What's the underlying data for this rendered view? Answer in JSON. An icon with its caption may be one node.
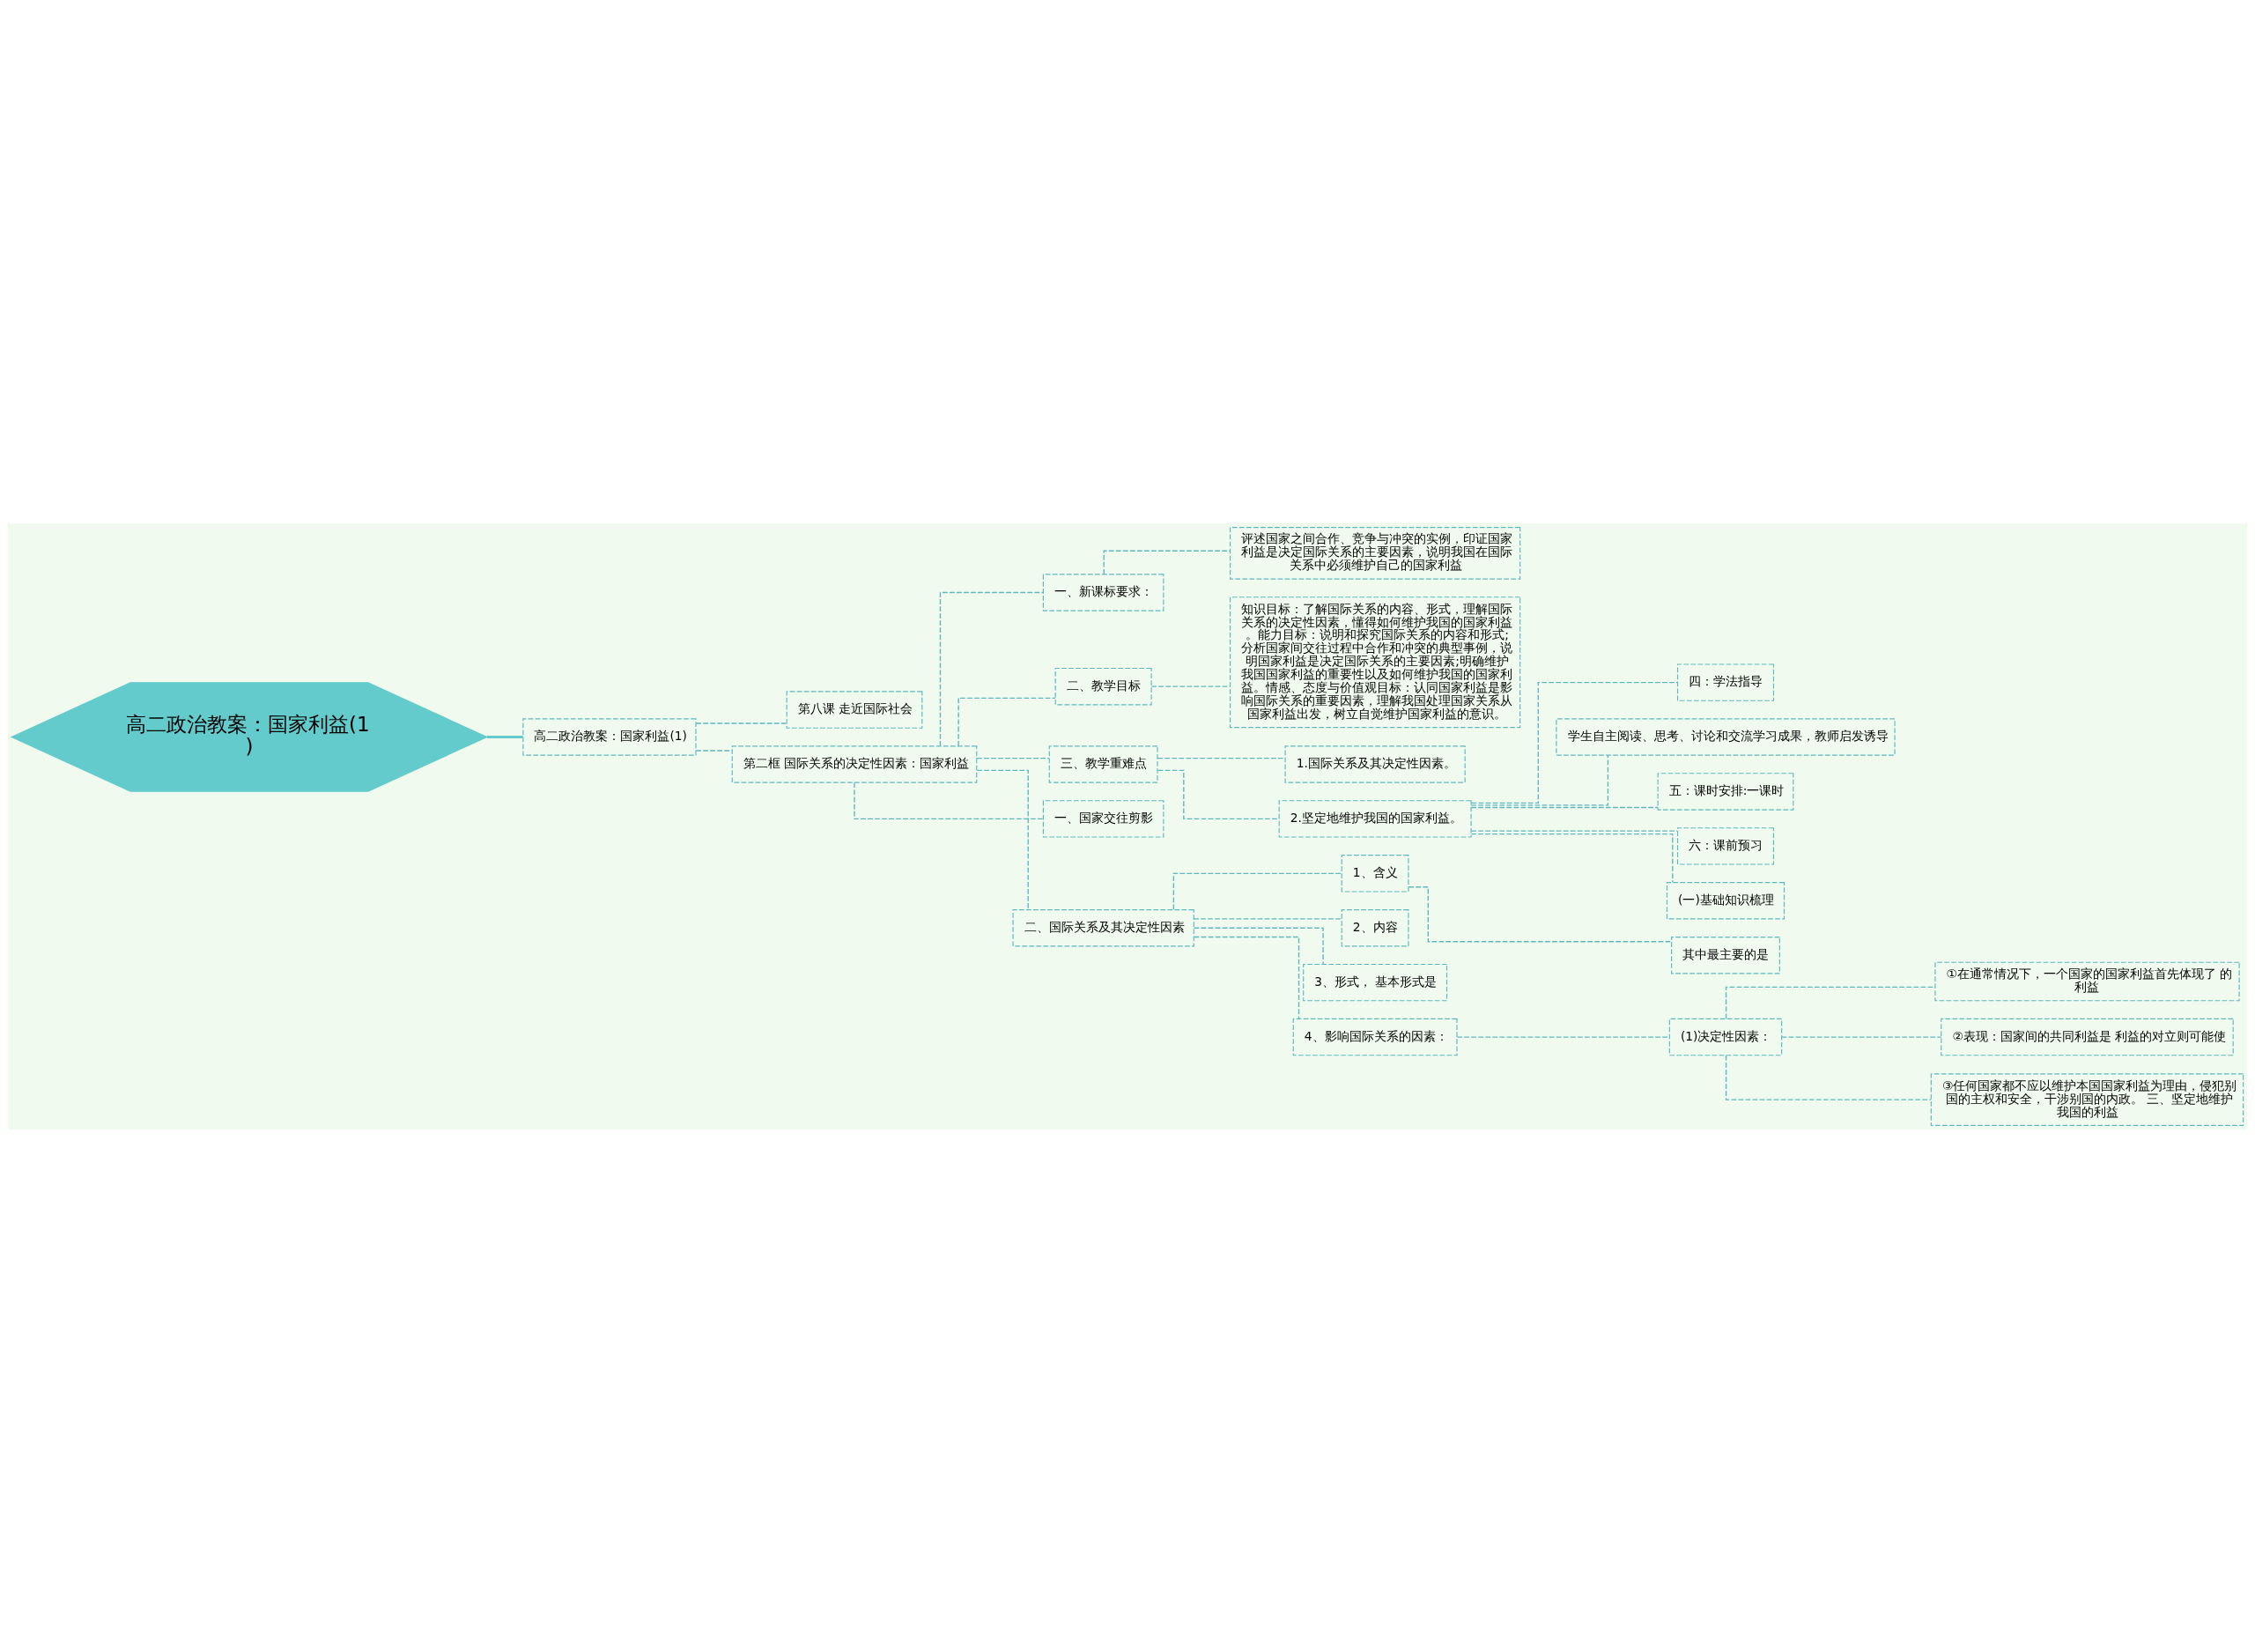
{
  "diagram": {
    "nodes": [
      {
        "text": [
          "高二政治教案：国家利益(1)"
        ]
      },
      {
        "text": [
          "高二政治教案：国家利益(1)"
        ]
      },
      {
        "text": [
          "第八课 走近国际社会"
        ]
      },
      {
        "text": [
          "第二框 国际关系的决定性因素：国家利益"
        ]
      },
      {
        "text": [
          "一、新课标要求："
        ]
      },
      {
        "text": [
          "评述国家之间合作、竞争与冲突的实例，印证国家利益是决定国际关系的主要因素，说明我国在国际关系中必须维护自己的国家利益"
        ]
      },
      {
        "text": [
          "二、教学目标"
        ]
      },
      {
        "text": [
          "知识目标：了解国际关系的内容、形式，理解国际关系的决定性因素，懂得如何维护我国的国家利益。能力目标：说明和探究国际关系的内容和形式;分析国家间交往过程中合作和冲突的典型事例，说明国家利益是决定国际关系的主要因素;明确维护我国国家利益的重要性以及如何维护我国的国家利益。情感、态度与价值观目标：认同国家利益是影响国际关系的重要因素，理解我国处理国家关系从国家利益出发，树立自觉维护国家利益的意识。"
        ]
      },
      {
        "text": [
          "三、教学重难点"
        ]
      },
      {
        "text": [
          "1.国际关系及其决定性因素。"
        ]
      },
      {
        "text": [
          "2.坚定地维护我国的国家利益。"
        ]
      },
      {
        "text": [
          "四：学法指导"
        ]
      },
      {
        "text": [
          "学生自主阅读、思考、讨论和交流学习成果，教师启发诱导"
        ]
      },
      {
        "text": [
          "五：课时安排:一课时"
        ]
      },
      {
        "text": [
          "六：课前预习"
        ]
      },
      {
        "text": [
          "(一)基础知识梳理"
        ]
      },
      {
        "text": [
          "一、国家交往剪影"
        ]
      },
      {
        "text": [
          "二、国际关系及其决定性因素"
        ]
      },
      {
        "text": [
          "1、含义"
        ]
      },
      {
        "text": [
          "其中最主要的是"
        ]
      },
      {
        "text": [
          "2、内容"
        ]
      },
      {
        "text": [
          "3、形式， 基本形式是"
        ]
      },
      {
        "text": [
          "4、影响国际关系的因素："
        ]
      },
      {
        "text": [
          "(1)决定性因素："
        ]
      },
      {
        "text": [
          "①在通常情况下，一个国家的国家利益首先体现了 的利益"
        ]
      },
      {
        "text": [
          "②表现：国家间的共同利益是 利益的对立则可能使"
        ]
      },
      {
        "text": [
          "③任何国家都不应以维护本国国家利益为理由，侵犯别国的主权和安全，干涉别国的内政。 三、坚定地维护我国的利益"
        ]
      }
    ],
    "edges": [
      {
        "from": 0,
        "to": 1,
        "arrow": "none"
      },
      {
        "from": 1,
        "to": 2,
        "arrow": "none",
        "style": "dashed"
      },
      {
        "from": 1,
        "to": 3,
        "arrow": "none",
        "style": "dashed"
      },
      {
        "from": 3,
        "to": 4,
        "arrow": "none",
        "style": "dashed"
      },
      {
        "from": 4,
        "to": 5,
        "arrow": "none",
        "style": "dashed"
      },
      {
        "from": 3,
        "to": 6,
        "arrow": "none",
        "style": "dashed"
      },
      {
        "from": 6,
        "to": 7,
        "arrow": "none",
        "style": "dashed"
      },
      {
        "from": 3,
        "to": 8,
        "arrow": "none",
        "style": "dashed"
      },
      {
        "from": 8,
        "to": 9,
        "arrow": "none",
        "style": "dashed"
      },
      {
        "from": 8,
        "to": 10,
        "arrow": "none",
        "style": "dashed"
      },
      {
        "from": 10,
        "to": 11,
        "arrow": "none",
        "style": "dashed"
      },
      {
        "from": 10,
        "to": 12,
        "arrow": "none",
        "style": "dashed"
      },
      {
        "from": 10,
        "to": 13,
        "arrow": "none",
        "style": "dashed"
      },
      {
        "from": 10,
        "to": 14,
        "arrow": "none",
        "style": "dashed"
      },
      {
        "from": 10,
        "to": 15,
        "arrow": "none",
        "style": "dashed"
      },
      {
        "from": 3,
        "to": 16,
        "arrow": "none",
        "style": "dashed"
      },
      {
        "from": 3,
        "to": 17,
        "arrow": "none",
        "style": "dashed"
      },
      {
        "from": 17,
        "to": 18,
        "arrow": "none",
        "style": "dashed"
      },
      {
        "from": 18,
        "to": 19,
        "arrow": "none",
        "style": "dashed"
      },
      {
        "from": 17,
        "to": 20,
        "arrow": "none",
        "style": "dashed"
      },
      {
        "from": 17,
        "to": 21,
        "arrow": "none",
        "style": "dashed"
      },
      {
        "from": 17,
        "to": 22,
        "arrow": "none",
        "style": "dashed"
      },
      {
        "from": 22,
        "to": 23,
        "arrow": "none",
        "style": "dashed"
      },
      {
        "from": 23,
        "to": 24,
        "arrow": "none",
        "style": "dashed"
      },
      {
        "from": 23,
        "to": 25,
        "arrow": "none",
        "style": "dashed"
      },
      {
        "from": 23,
        "to": 26,
        "arrow": "none",
        "style": "dashed"
      }
    ]
  }
}
